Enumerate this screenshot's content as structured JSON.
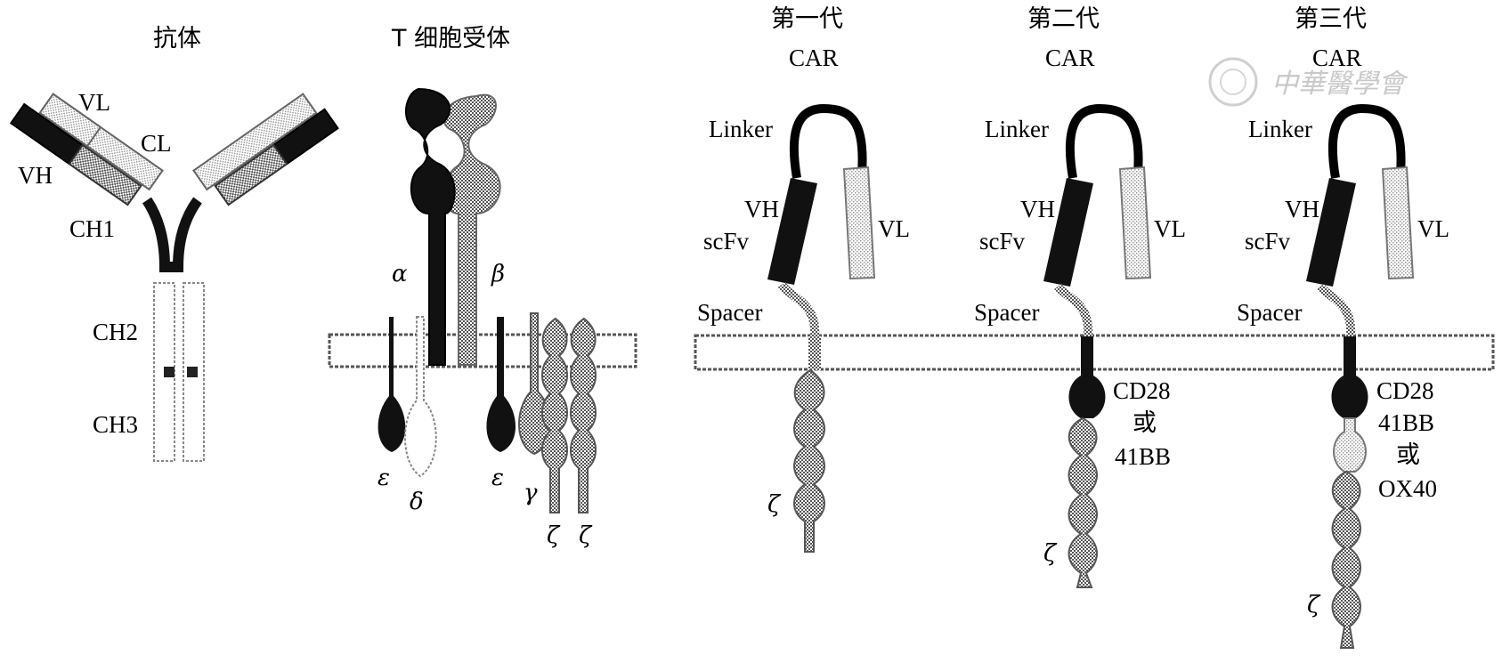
{
  "antibody": {
    "title": "抗体",
    "vl": "VL",
    "cl": "CL",
    "vh": "VH",
    "ch1": "CH1",
    "ch2": "CH2",
    "ch3": "CH3"
  },
  "tcr": {
    "title": "T 细胞受体",
    "alpha": "α",
    "beta": "β",
    "epsilon_left": "ε",
    "delta": "δ",
    "epsilon_right": "ε",
    "gamma": "γ",
    "zeta_1": "ζ",
    "zeta_2": "ζ"
  },
  "car1": {
    "title_line1": "第一代",
    "title_line2": "CAR",
    "linker": "Linker",
    "vh": "VH",
    "scfv": "scFv",
    "vl": "VL",
    "spacer": "Spacer",
    "zeta": "ζ"
  },
  "car2": {
    "title_line1": "第二代",
    "title_line2": "CAR",
    "linker": "Linker",
    "vh": "VH",
    "scfv": "scFv",
    "vl": "VL",
    "spacer": "Spacer",
    "costim_1": "CD28",
    "costim_or": "或",
    "costim_2": "41BB",
    "zeta": "ζ"
  },
  "car3": {
    "title_line1": "第三代",
    "title_line2": "CAR",
    "linker": "Linker",
    "vh": "VH",
    "scfv": "scFv",
    "vl": "VL",
    "spacer": "Spacer",
    "costim_1": "CD28",
    "costim_2": "41BB",
    "costim_or": "或",
    "costim_3": "OX40",
    "zeta": "ζ"
  },
  "watermark": "中華醫學會",
  "colors": {
    "black": "#000000",
    "dark_gray": "#444444",
    "mid_gray": "#8a8a8a",
    "light_gray": "#c4c4c4",
    "very_light": "#e6e6e6"
  }
}
